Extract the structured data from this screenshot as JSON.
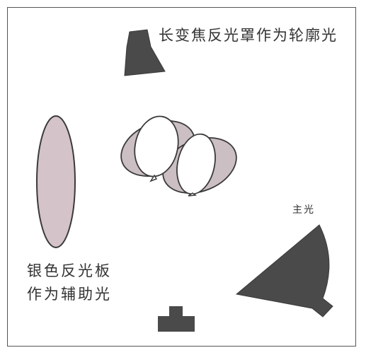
{
  "labels": {
    "rim_light": "长变焦反光罩作为轮廓光",
    "key_light": "主光",
    "fill_line1": "银色反光板",
    "fill_line2": "作为辅助光"
  },
  "colors": {
    "light_fill": "#4a4a4a",
    "reflector_fill": "#d4c3c8",
    "balloon_fill": "#ffffff",
    "balloon_shadow": "#cbbfc3",
    "stroke": "#3a3a3a"
  }
}
